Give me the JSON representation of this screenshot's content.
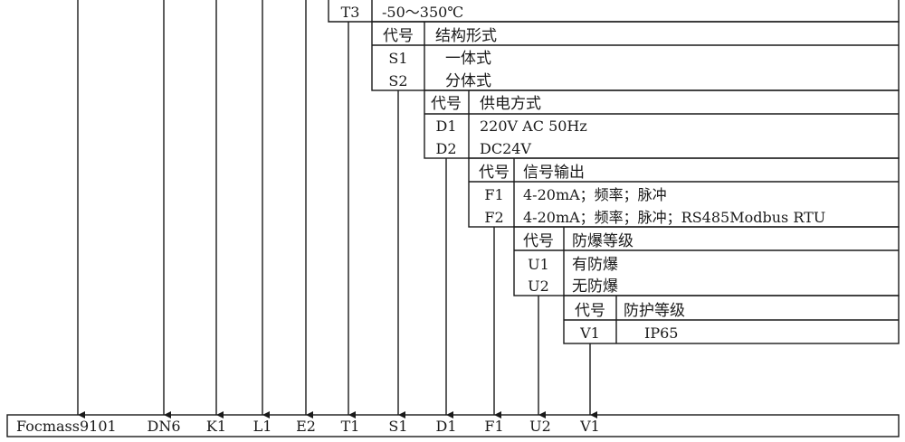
{
  "temperature_table": {
    "code": "T3",
    "range": "-50～350℃"
  },
  "structure_table": {
    "header_code": "代号",
    "header_name": "结构形式",
    "rows": [
      {
        "code": "S1",
        "value": "一体式"
      },
      {
        "code": "S2",
        "value": "分体式"
      }
    ]
  },
  "power_table": {
    "header_code": "代号",
    "header_name": "供电方式",
    "rows": [
      {
        "code": "D1",
        "value": "220V AC 50Hz"
      },
      {
        "code": "D2",
        "value": "DC24V"
      }
    ]
  },
  "signal_table": {
    "header_code": "代号",
    "header_name": "信号输出",
    "rows": [
      {
        "code": "F1",
        "value": "4-20mA；频率；脉冲"
      },
      {
        "code": "F2",
        "value": "4-20mA；频率；脉冲；RS485Modbus RTU"
      }
    ]
  },
  "explosion_table": {
    "header_code": "代号",
    "header_name": "防爆等级",
    "rows": [
      {
        "code": "U1",
        "value": "有防爆"
      },
      {
        "code": "U2",
        "value": "无防爆"
      }
    ]
  },
  "protection_table": {
    "header_code": "代号",
    "header_name": "防护等级",
    "rows": [
      {
        "code": "V1",
        "value": "IP65"
      }
    ]
  },
  "model_code": {
    "segments": [
      "Focmass9101",
      "DN6",
      "K1",
      "L1",
      "E2",
      "T1",
      "S1",
      "D1",
      "F1",
      "U2",
      "V1"
    ]
  }
}
